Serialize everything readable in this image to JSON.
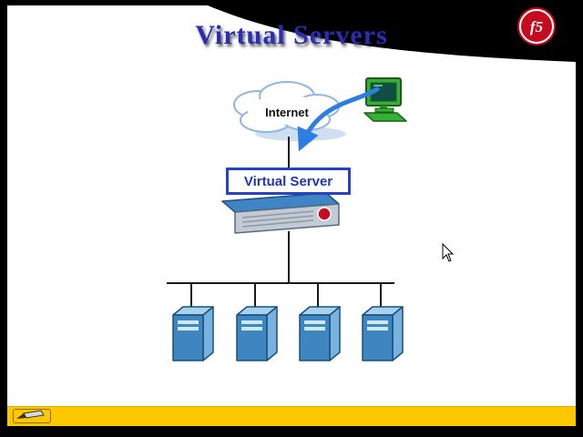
{
  "title": "Virtual Servers",
  "logo": {
    "label": "f5"
  },
  "diagram": {
    "internet_label": "Internet",
    "virtual_server_label": "Virtual Server",
    "server_count": 4
  },
  "colors": {
    "title_blue": "#2a2cb4",
    "logo_red": "#c60b1e",
    "bar_yellow": "#fdc702",
    "server_blue": "#3d86c0",
    "arrow_blue": "#2e7de2",
    "box_border_blue": "#2742c6"
  },
  "icons": {
    "cloud": "internet-cloud-icon",
    "client": "client-computer-icon",
    "appliance": "f5-appliance-icon",
    "server": "server-tower-icon",
    "pen": "pen-annotation-icon",
    "cursor": "mouse-cursor"
  }
}
